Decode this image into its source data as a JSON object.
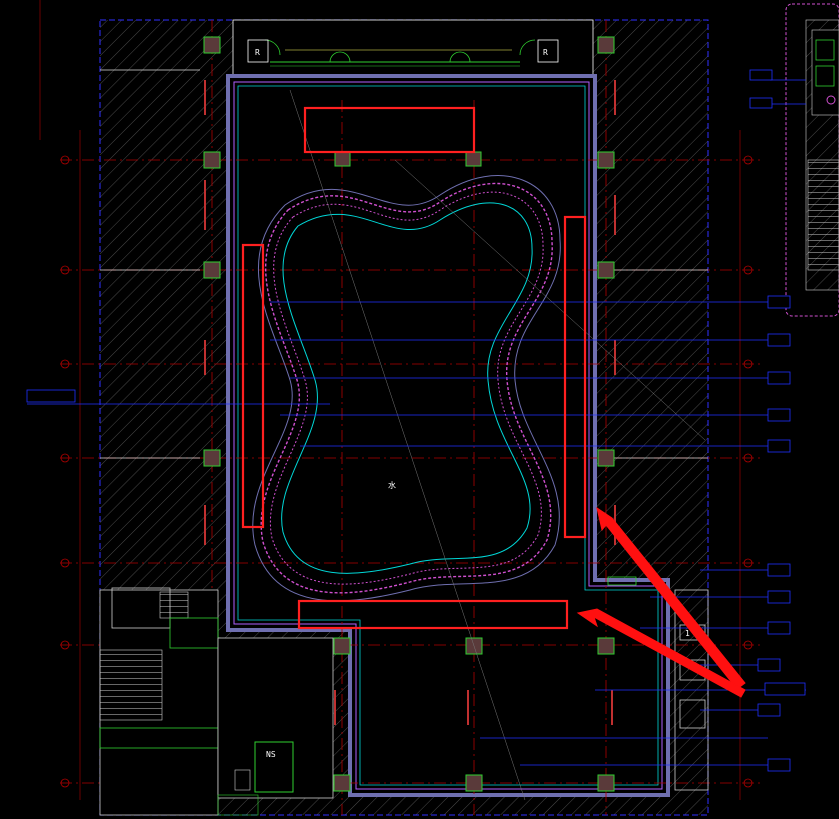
{
  "drawing": {
    "background": "#000000",
    "colors": {
      "grid": "#b00000",
      "wall": "#6f6fb0",
      "pool": "#00d7d7",
      "pool_dash": "#d050d0",
      "annotation": "#2030ff",
      "highlight": "#ff2020",
      "arrow": "#ff1010",
      "fixture": "#30d030",
      "structure": "#ffffff"
    },
    "labels": {
      "room_r_left": "R",
      "room_r_right": "R",
      "room_ns": "NS",
      "room_1": "1",
      "pool_center": "水"
    }
  }
}
